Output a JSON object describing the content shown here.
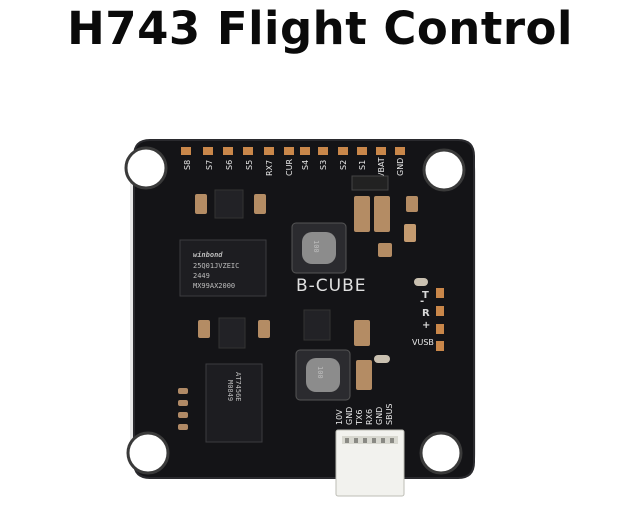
{
  "title": "H743 Flight Control",
  "board": {
    "brand_silkscreen": "B-CUBE",
    "flash_chip": {
      "line1": "winbond",
      "line2": "25Q01JVZEIC",
      "line3": "2449",
      "line4": "MX99AX2000"
    },
    "mcu_chip": {
      "line1": "AT7456E",
      "line2": "M0849"
    },
    "inductor_marking": "100",
    "top_pads": [
      "S8",
      "S7",
      "S6",
      "S5",
      "RX7",
      "CUR",
      "S4",
      "S3",
      "S2",
      "S1",
      "VBAT",
      "GND"
    ],
    "bottom_connector_pins": [
      "10V",
      "GND",
      "TX6",
      "RX6",
      "GND",
      "SBUS"
    ],
    "side_labels": [
      "T",
      "R",
      "VUSB"
    ],
    "minus_sign": "-",
    "plus_sign": "+"
  },
  "colors": {
    "pcb": "#141417",
    "pad": "#c9874a",
    "background": "#ffffff",
    "title": "#0a0a0a"
  }
}
